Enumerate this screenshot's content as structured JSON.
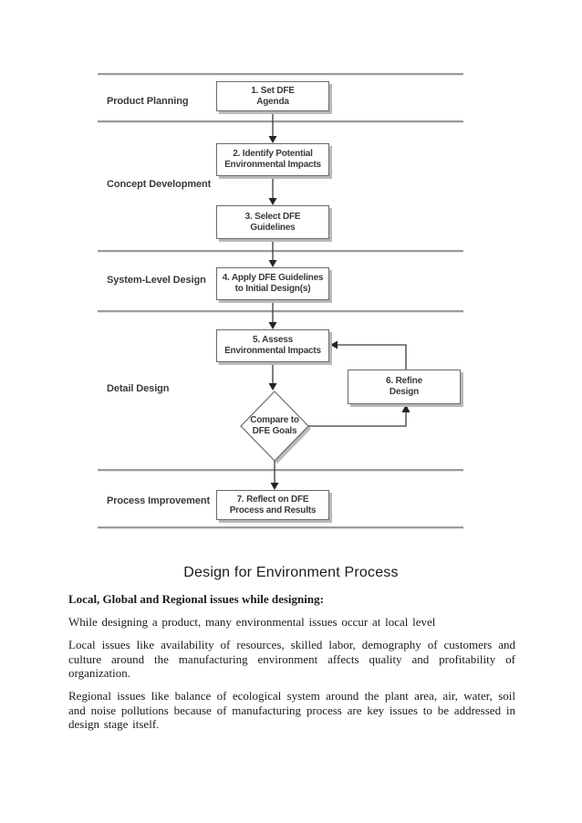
{
  "figure": {
    "caption": "Design for Environment Process",
    "stages": [
      {
        "label": "Product Planning"
      },
      {
        "label": "Concept Development"
      },
      {
        "label": "System-Level Design"
      },
      {
        "label": "Detail Design"
      },
      {
        "label": "Process Improvement"
      }
    ],
    "nodes": [
      {
        "label": "1. Set DFE\nAgenda"
      },
      {
        "label": "2. Identify Potential\nEnvironmental Impacts"
      },
      {
        "label": "3. Select DFE\nGuidelines"
      },
      {
        "label": "4. Apply DFE Guidelines\nto Initial Design(s)"
      },
      {
        "label": "5. Assess\nEnvironmental Impacts"
      },
      {
        "label": "6. Refine\nDesign"
      },
      {
        "label": "7. Reflect on DFE\nProcess and Results"
      }
    ],
    "decision": {
      "label": "Compare to\nDFE Goals"
    }
  },
  "body": {
    "heading": "Local, Global and Regional issues while designing:",
    "paragraphs": [
      "While designing a product, many environmental issues occur at local level",
      "Local issues like availability of resources, skilled labor, demography of customers and culture around the manufacturing environment affects quality and profitability of organization.",
      "Regional issues like balance of ecological system around the plant area, air, water, soil and noise pollutions because of manufacturing process are key issues to be addressed in design stage itself."
    ]
  },
  "colors": {
    "section_divider": "#9b9b9b",
    "node_border": "#6a6a6a",
    "node_shadow": "#b9b9b9",
    "connector": "#3c3c3c",
    "flowchart_text": "#3a3a3a",
    "body_text": "#1b1b1b"
  }
}
